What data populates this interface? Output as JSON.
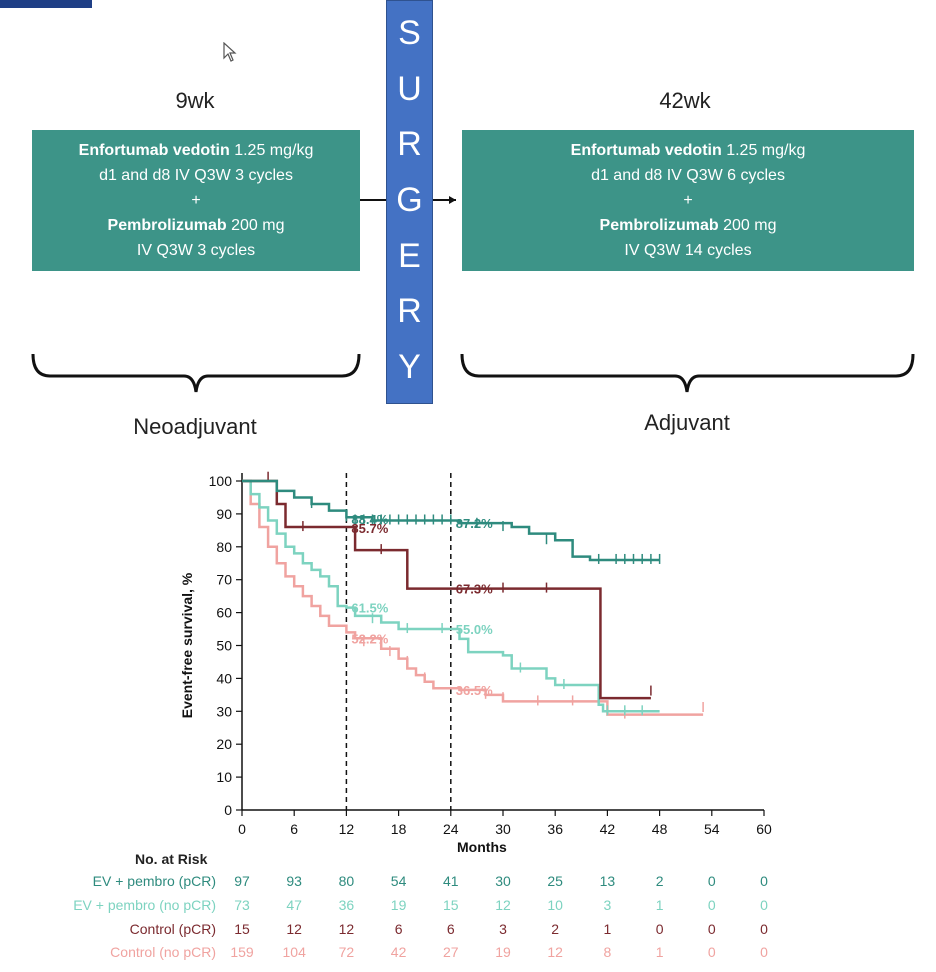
{
  "schema": {
    "neoadjuvant": {
      "duration": "9wk",
      "line1_bold": "Enfortumab vedotin",
      "line1_rest": " 1.25 mg/kg",
      "line2": "d1 and d8 IV Q3W 3 cycles",
      "plus": "+",
      "line3_bold": "Pembrolizumab",
      "line3_rest": " 200 mg",
      "line4": "IV Q3W 3 cycles",
      "phase": "Neoadjuvant"
    },
    "surgery": "SURGERY",
    "adjuvant": {
      "duration": "42wk",
      "line1_bold": "Enfortumab vedotin",
      "line1_rest": " 1.25 mg/kg",
      "line2": "d1 and d8 IV Q3W 6 cycles",
      "plus": "+",
      "line3_bold": "Pembrolizumab",
      "line3_rest": " 200 mg",
      "line4": "IV Q3W 14 cycles",
      "phase": "Adjuvant"
    },
    "colors": {
      "box": "#3d9488",
      "surgery": "#4472c4"
    }
  },
  "chart_data": {
    "type": "line",
    "xlabel": "Months",
    "ylabel": "Event-free survival, %",
    "xlim": [
      0,
      60
    ],
    "ylim": [
      0,
      100
    ],
    "xticks": [
      0,
      6,
      12,
      18,
      24,
      30,
      36,
      42,
      48,
      54,
      60
    ],
    "yticks": [
      0,
      10,
      20,
      30,
      40,
      50,
      60,
      70,
      80,
      90,
      100
    ],
    "reference_lines_x": [
      12,
      24
    ],
    "grid": false,
    "series": [
      {
        "name": "EV + pembro (pCR)",
        "color": "#2e8b7e",
        "points": [
          [
            0,
            100
          ],
          [
            3,
            100
          ],
          [
            4,
            97
          ],
          [
            6,
            95
          ],
          [
            8,
            93
          ],
          [
            10,
            91
          ],
          [
            12,
            89
          ],
          [
            15,
            88
          ],
          [
            24,
            88
          ],
          [
            25,
            87.2
          ],
          [
            31,
            86
          ],
          [
            33,
            84
          ],
          [
            36,
            82
          ],
          [
            38,
            77
          ],
          [
            40,
            76
          ],
          [
            48,
            76
          ]
        ],
        "censors": [
          [
            8,
            93
          ],
          [
            12,
            89
          ],
          [
            13,
            88
          ],
          [
            14,
            88
          ],
          [
            15,
            88
          ],
          [
            16,
            88
          ],
          [
            17,
            88
          ],
          [
            18,
            88
          ],
          [
            19,
            88
          ],
          [
            20,
            88
          ],
          [
            21,
            88
          ],
          [
            22,
            88
          ],
          [
            23,
            88
          ],
          [
            24,
            88
          ],
          [
            27,
            87
          ],
          [
            30,
            86
          ],
          [
            35,
            82
          ],
          [
            41,
            76
          ],
          [
            43,
            76
          ],
          [
            44,
            76
          ],
          [
            45,
            76
          ],
          [
            46,
            76
          ],
          [
            47,
            76
          ],
          [
            48,
            76
          ]
        ],
        "labels": [
          {
            "x": 12,
            "y": 88.4,
            "text": "88.4%"
          },
          {
            "x": 24,
            "y": 87.2,
            "text": "87.2%"
          }
        ],
        "risk": [
          97,
          93,
          80,
          54,
          41,
          30,
          25,
          13,
          2,
          0,
          0
        ]
      },
      {
        "name": "EV + pembro (no pCR)",
        "color": "#7dd3c0",
        "points": [
          [
            0,
            100
          ],
          [
            1,
            96
          ],
          [
            2,
            92
          ],
          [
            3,
            88
          ],
          [
            4,
            84
          ],
          [
            5,
            80
          ],
          [
            6,
            78
          ],
          [
            7,
            75
          ],
          [
            8,
            73
          ],
          [
            9,
            71
          ],
          [
            10,
            68
          ],
          [
            11,
            62
          ],
          [
            12,
            61.5
          ],
          [
            13,
            59
          ],
          [
            16,
            57
          ],
          [
            18,
            55
          ],
          [
            22,
            55
          ],
          [
            24,
            55
          ],
          [
            25,
            52
          ],
          [
            26,
            48
          ],
          [
            30,
            47
          ],
          [
            31,
            43
          ],
          [
            35,
            40
          ],
          [
            36,
            38
          ],
          [
            41,
            32
          ],
          [
            41.5,
            30
          ],
          [
            48,
            30
          ]
        ],
        "censors": [
          [
            15,
            58
          ],
          [
            19,
            55
          ],
          [
            23,
            55
          ],
          [
            32,
            43
          ],
          [
            37,
            38
          ],
          [
            42,
            30
          ],
          [
            44,
            30
          ],
          [
            46,
            30
          ]
        ],
        "labels": [
          {
            "x": 12,
            "y": 61.5,
            "text": "61.5%"
          },
          {
            "x": 24,
            "y": 55.0,
            "text": "55.0%"
          }
        ],
        "risk": [
          73,
          47,
          36,
          19,
          15,
          12,
          10,
          3,
          1,
          0,
          0
        ]
      },
      {
        "name": "Control (pCR)",
        "color": "#7b2a2f",
        "points": [
          [
            0,
            100
          ],
          [
            2,
            100
          ],
          [
            4,
            93
          ],
          [
            5,
            86
          ],
          [
            12,
            86
          ],
          [
            13,
            79
          ],
          [
            18,
            79
          ],
          [
            19,
            67.3
          ],
          [
            24,
            67.3
          ],
          [
            41,
            67.3
          ],
          [
            41.2,
            34
          ],
          [
            46,
            34
          ],
          [
            47,
            34
          ]
        ],
        "censors": [
          [
            3,
            101
          ],
          [
            7,
            86
          ],
          [
            16,
            79
          ],
          [
            30,
            67.3
          ],
          [
            35,
            67.3
          ],
          [
            47,
            36
          ]
        ],
        "labels": [
          {
            "x": 12,
            "y": 85.7,
            "text": "85.7%"
          },
          {
            "x": 24,
            "y": 67.3,
            "text": "67.3%"
          }
        ],
        "risk": [
          15,
          12,
          12,
          6,
          6,
          3,
          2,
          1,
          0,
          0,
          0
        ]
      },
      {
        "name": "Control (no pCR)",
        "color": "#f0a3a0",
        "points": [
          [
            0,
            100
          ],
          [
            1,
            93
          ],
          [
            2,
            86
          ],
          [
            3,
            80
          ],
          [
            4,
            75
          ],
          [
            5,
            71
          ],
          [
            6,
            68
          ],
          [
            7,
            65
          ],
          [
            8,
            62
          ],
          [
            9,
            59
          ],
          [
            10,
            56
          ],
          [
            12,
            54
          ],
          [
            13,
            52.2
          ],
          [
            16,
            49
          ],
          [
            18,
            46
          ],
          [
            19,
            43
          ],
          [
            20,
            41
          ],
          [
            21,
            39
          ],
          [
            22,
            37
          ],
          [
            24,
            37
          ],
          [
            25,
            36.5
          ],
          [
            28,
            35
          ],
          [
            30,
            33
          ],
          [
            41,
            33
          ],
          [
            42,
            29
          ],
          [
            50,
            29
          ],
          [
            53,
            29
          ]
        ],
        "censors": [
          [
            14,
            51
          ],
          [
            17,
            48
          ],
          [
            19,
            45
          ],
          [
            21,
            40
          ],
          [
            28,
            35
          ],
          [
            30,
            34
          ],
          [
            34,
            33
          ],
          [
            38,
            33
          ],
          [
            44,
            29
          ],
          [
            53,
            31
          ]
        ],
        "labels": [
          {
            "x": 12,
            "y": 52.2,
            "text": "52.2%"
          },
          {
            "x": 24,
            "y": 36.5,
            "text": "36.5%"
          }
        ],
        "risk": [
          159,
          104,
          72,
          42,
          27,
          19,
          12,
          8,
          1,
          0,
          0
        ]
      }
    ],
    "risk_table_title": "No. at Risk"
  }
}
